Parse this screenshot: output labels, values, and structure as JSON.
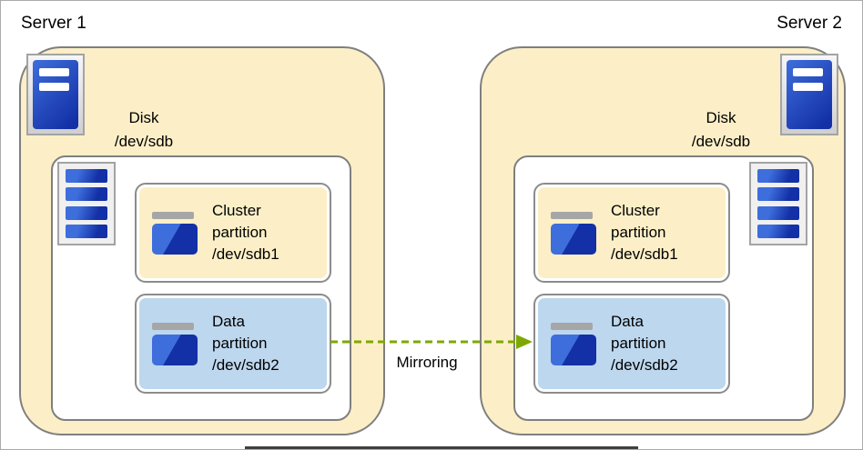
{
  "servers": [
    {
      "label": "Server 1",
      "disk_label": "Disk\n/dev/sdb",
      "partitions": [
        {
          "text": "Cluster\npartition\n/dev/sdb1"
        },
        {
          "text": "Data\npartition\n/dev/sdb2"
        }
      ]
    },
    {
      "label": "Server 2",
      "disk_label": "Disk\n/dev/sdb",
      "partitions": [
        {
          "text": "Cluster\npartition\n/dev/sdb1"
        },
        {
          "text": "Data\npartition\n/dev/sdb2"
        }
      ]
    }
  ],
  "arrow": {
    "label": "Mirroring"
  },
  "icons": {
    "server": "server-tower-icon",
    "disk_stack": "disk-stack-icon",
    "partition_disk": "hard-drive-icon"
  },
  "colors": {
    "server_fill": "#FCEFC7",
    "cluster_fill": "#FCEFC7",
    "data_fill": "#BDD7EE",
    "box_border": "#7F7F7F",
    "inner_border": "#8C8C8C",
    "icon_frame": "#A3A3A3",
    "icon_blue_light": "#3E6EDC",
    "icon_blue_dark": "#1330A6",
    "arrow_green": "#7EA800",
    "canvas_border": "#ABABAB"
  }
}
